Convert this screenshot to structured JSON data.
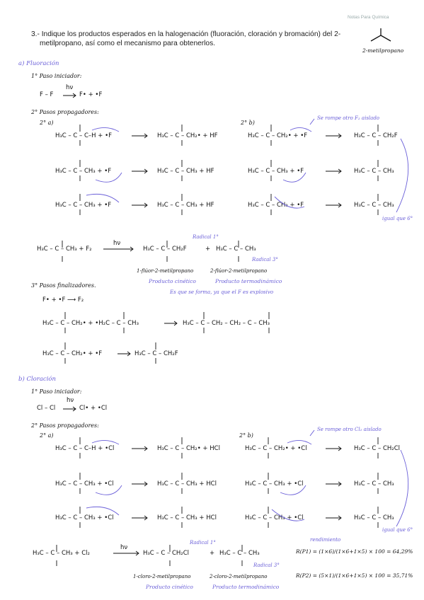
{
  "header": {
    "brand": "Notas Para Química",
    "question_line1": "3.- Indique los productos esperados en la halogenación (fluoración, cloración y bromación) del 2-",
    "question_line2": "metilpropano, así como el mecanismo para obtenerlos.",
    "molecule_label": "2-metilpropano"
  },
  "fluor": {
    "section": "a)  Fluoración",
    "step1": "1° Paso iniciador:",
    "init_left": "F – F",
    "init_hv": "hν",
    "init_right": "F• + •F",
    "step2": "2° Pasos propagadores:",
    "a_label": "2° a)",
    "b_label": "2° b)",
    "note_break": "Se rompe otro F₂ aislado",
    "igual": "igual que 6°",
    "rx_a1_left": "H₃C – C – C–H  + •F",
    "rx_a1_right": "H₃C – C – CH₂•  +  HF",
    "rx_a2_left": "H₃C – C – CH₃  + •F",
    "rx_a2_right": "H₃C – C – CH₃  +  HF",
    "rx_a3_left": "H₃C – C – CH₃  + •F",
    "rx_a3_right": "H₃C – C – CH₃  +  HF",
    "rx_b1_left": "H₃C – C – CH₂•  + •F",
    "rx_b1_right": "H₃C – C – CH₂F",
    "rx_b2_left": "H₃C – C – CH₃  + •F",
    "rx_b2_right": "H₃C – C – CH₃",
    "rx_b3_left": "H₃C – C – CH₃  + •F",
    "rx_b3_right": "H₃C – C – CH₃",
    "overall_left": "H₃C – C – CH₃   +  F₂",
    "overall_p1": "H₃C – C – CH₂F",
    "overall_p2": "H₃C – C – CH₃",
    "radical1": "Radical 1°",
    "radical3": "Radical 3°",
    "prod1_name": "1-flúor-2-metilpropano",
    "prod2_name": "2-flúor-2-metilpropano",
    "kin": "Producto cinético",
    "termo": "Producto termodinámico",
    "explanation": "Es que se forma, ya que el F es explosivo",
    "step3": "3° Pasos finalizadores.",
    "term1": "F• + •F  ⟶  F₂",
    "term2_left": "H₃C – C – CH₂• + •H₂C – C – CH₃",
    "term2_right": "H₃C – C – CH₂ – CH₂ – C – CH₃",
    "term3_left": "H₃C – C – CH₂• + •F",
    "term3_right": "H₃C – C – CH₂F"
  },
  "cloro": {
    "section": "b)  Cloración",
    "step1": "1° Paso iniciador:",
    "init_left": "Cl – Cl",
    "init_hv": "hν",
    "init_right": "Cl• + •Cl",
    "step2": "2° Pasos propagadores:",
    "a_label": "2° a)",
    "b_label": "2° b)",
    "note_break": "Se rompe otro Cl₂ aislado",
    "igual": "igual que 6°",
    "rx_a1_left": "H₃C – C – C–H  + •Cl",
    "rx_a1_right": "H₃C – C – CH₂•  +  HCl",
    "rx_a2_left": "H₃C – C – CH₃  + •Cl",
    "rx_a2_right": "H₃C – C – CH₃  +  HCl",
    "rx_a3_left": "H₃C – C – CH₃  + •Cl",
    "rx_a3_right": "H₃C – C – CH₃  +  HCl",
    "rx_b1_left": "H₃C – C – CH₂•  + •Cl",
    "rx_b1_right": "H₃C – C – CH₂Cl",
    "rx_b2_left": "H₃C – C – CH₃  + •Cl",
    "rx_b2_right": "H₃C – C – CH₃",
    "rx_b3_left": "H₃C – C – CH₃  + •Cl",
    "rx_b3_right": "H₃C – C – CH₃",
    "overall_left": "H₃C – C – CH₃   +  Cl₂",
    "overall_p1": "H₃C – C – CH₂Cl",
    "overall_p2": "H₃C – C – CH₃",
    "radical1": "Radical 1°",
    "radical3": "Radical 3°",
    "prod1_name": "1-cloro-2-metilpropano",
    "prod2_name": "2-cloro-2-metilpropano",
    "kin": "Producto cinético",
    "termo": "Producto termodinámico",
    "rendimiento": "rendimiento",
    "r1": "R(P1) = (1×6)/(1×6+1×5) × 100 = 64,29%",
    "r2": "R(P2) = (5×1)/(1×6+1×5) × 100 = 35,71%"
  }
}
